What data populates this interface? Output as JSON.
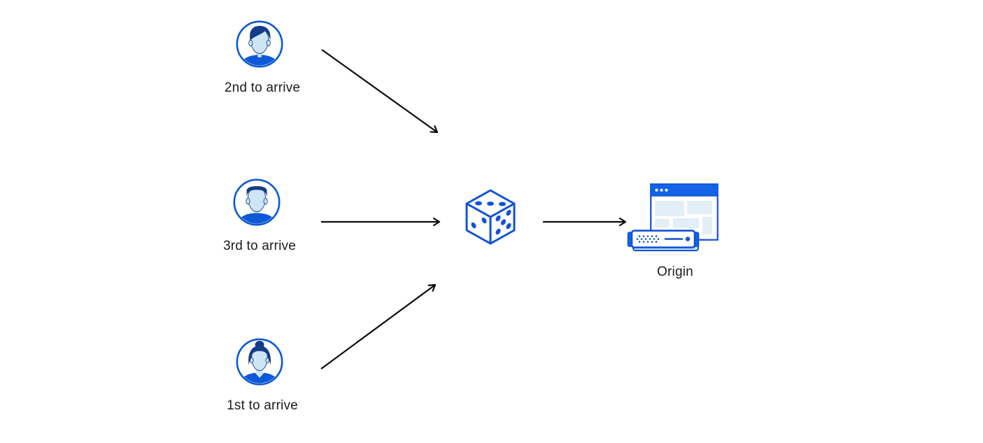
{
  "palette": {
    "icon-stroke": "#1152d6",
    "bright-blue": "#1263e6",
    "hair-navy": "#143d87",
    "face-light": "#cde6f6",
    "panel-light": "#e2eef8",
    "base-light": "#bddcf4",
    "shirt-blue": "#0e59d8",
    "avatar-ring": "#0b5ad5",
    "arrow-black": "#0b0b0b",
    "label-text": "#1b1b1b",
    "bg": "#ffffff"
  },
  "diagram": {
    "clients": [
      {
        "label": "2nd to arrive",
        "icon": "avatar-man-swept-hair-icon"
      },
      {
        "label": "3rd to arrive",
        "icon": "avatar-man-flat-top-icon"
      },
      {
        "label": "1st to arrive",
        "icon": "avatar-woman-bun-icon"
      }
    ],
    "selector": {
      "icon": "dice-icon"
    },
    "origin": {
      "label": "Origin",
      "icons": [
        "browser-window-icon",
        "server-icon"
      ]
    },
    "edges": [
      {
        "from": "2nd to arrive",
        "to": "dice"
      },
      {
        "from": "3rd to arrive",
        "to": "dice"
      },
      {
        "from": "1st to arrive",
        "to": "dice"
      },
      {
        "from": "dice",
        "to": "Origin"
      }
    ]
  }
}
